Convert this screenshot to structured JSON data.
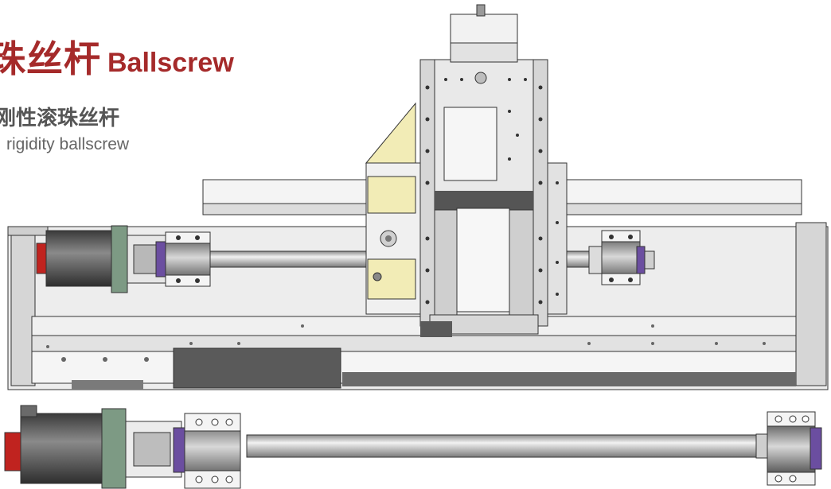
{
  "heading": {
    "title_zh": "珠丝杆",
    "title_en": "Ballscrew",
    "subtitle_zh": "刚性滚珠丝杆",
    "subtitle_en": "rigidity ballscrew"
  },
  "colors": {
    "title": "#a52a2a",
    "subtitle": "#555555",
    "machine_body": "#e8e8e8",
    "machine_dark": "#5a5a5a",
    "motor_red": "#c0231f",
    "motor_green": "#7d9a84",
    "yellow_plate": "#f2ecb6",
    "coupling_purple": "#6b4ea0"
  },
  "figures": [
    "machine-assembly-illustration",
    "ballscrew-assembly-illustration"
  ]
}
